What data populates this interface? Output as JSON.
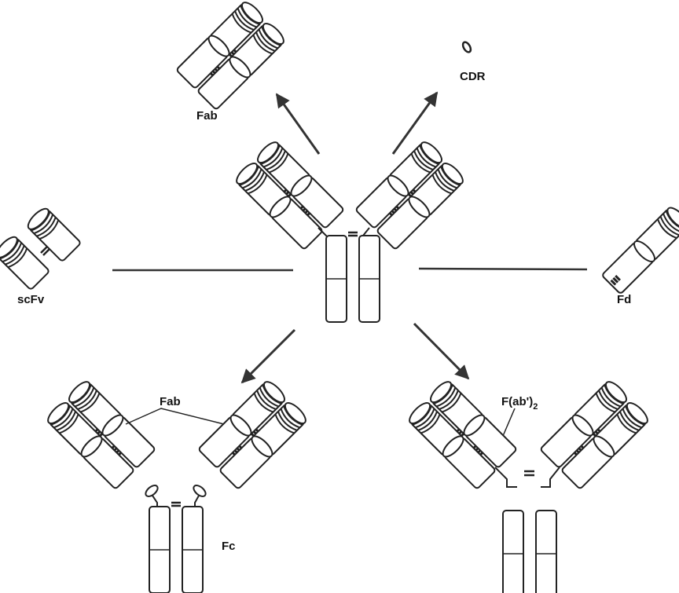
{
  "labels": {
    "fab_top": "Fab",
    "cdr": "CDR",
    "scfv": "scFv",
    "fd": "Fd",
    "fab_bottom": "Fab",
    "fab2_main": "F(ab')",
    "fab2_sub": "2",
    "fc": "Fc"
  },
  "colors": {
    "ink": "#222222",
    "arrow": "#333333",
    "background": "#ffffff"
  }
}
